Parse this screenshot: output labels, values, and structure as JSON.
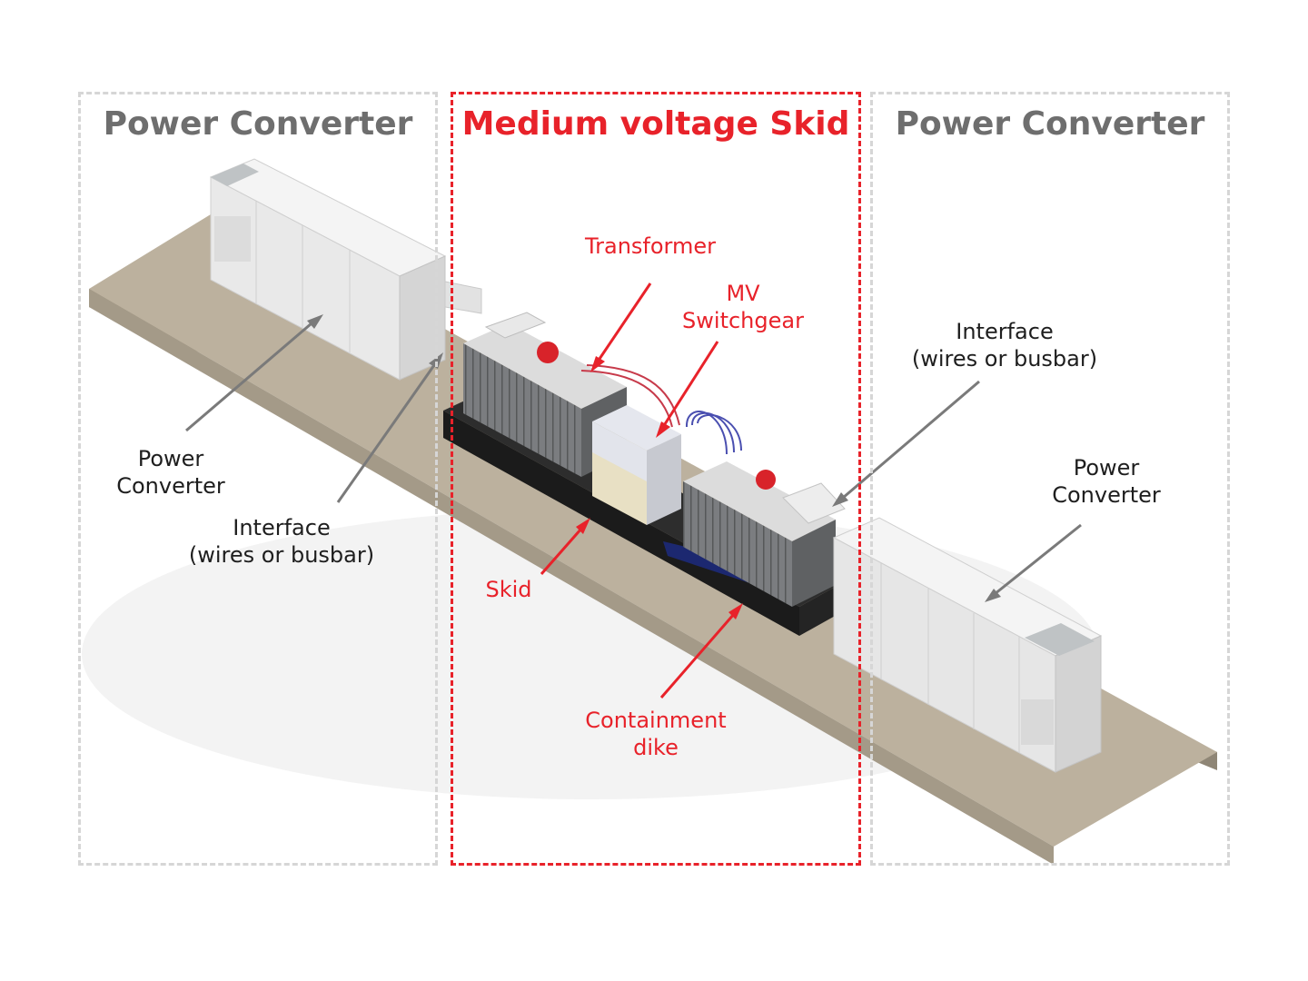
{
  "regions": {
    "left": {
      "title": "Power Converter"
    },
    "center": {
      "title": "Medium voltage Skid"
    },
    "right": {
      "title": "Power Converter"
    }
  },
  "labels": {
    "power_converter_left": {
      "line1": "Power",
      "line2": "Converter"
    },
    "interface_left": {
      "line1": "Interface",
      "line2": "(wires or busbar)"
    },
    "transformer": {
      "line1": "Transformer"
    },
    "mv_switchgear": {
      "line1": "MV",
      "line2": "Switchgear"
    },
    "skid": {
      "line1": "Skid"
    },
    "containment_dike": {
      "line1": "Containment",
      "line2": "dike"
    },
    "interface_right": {
      "line1": "Interface",
      "line2": "(wires or busbar)"
    },
    "power_converter_right": {
      "line1": "Power",
      "line2": "Converter"
    }
  },
  "colors": {
    "accent_red": "#e8222a",
    "region_gray": "#d6d6d6",
    "title_gray": "#6e6e6e",
    "base_concrete": "#bdb29f"
  }
}
